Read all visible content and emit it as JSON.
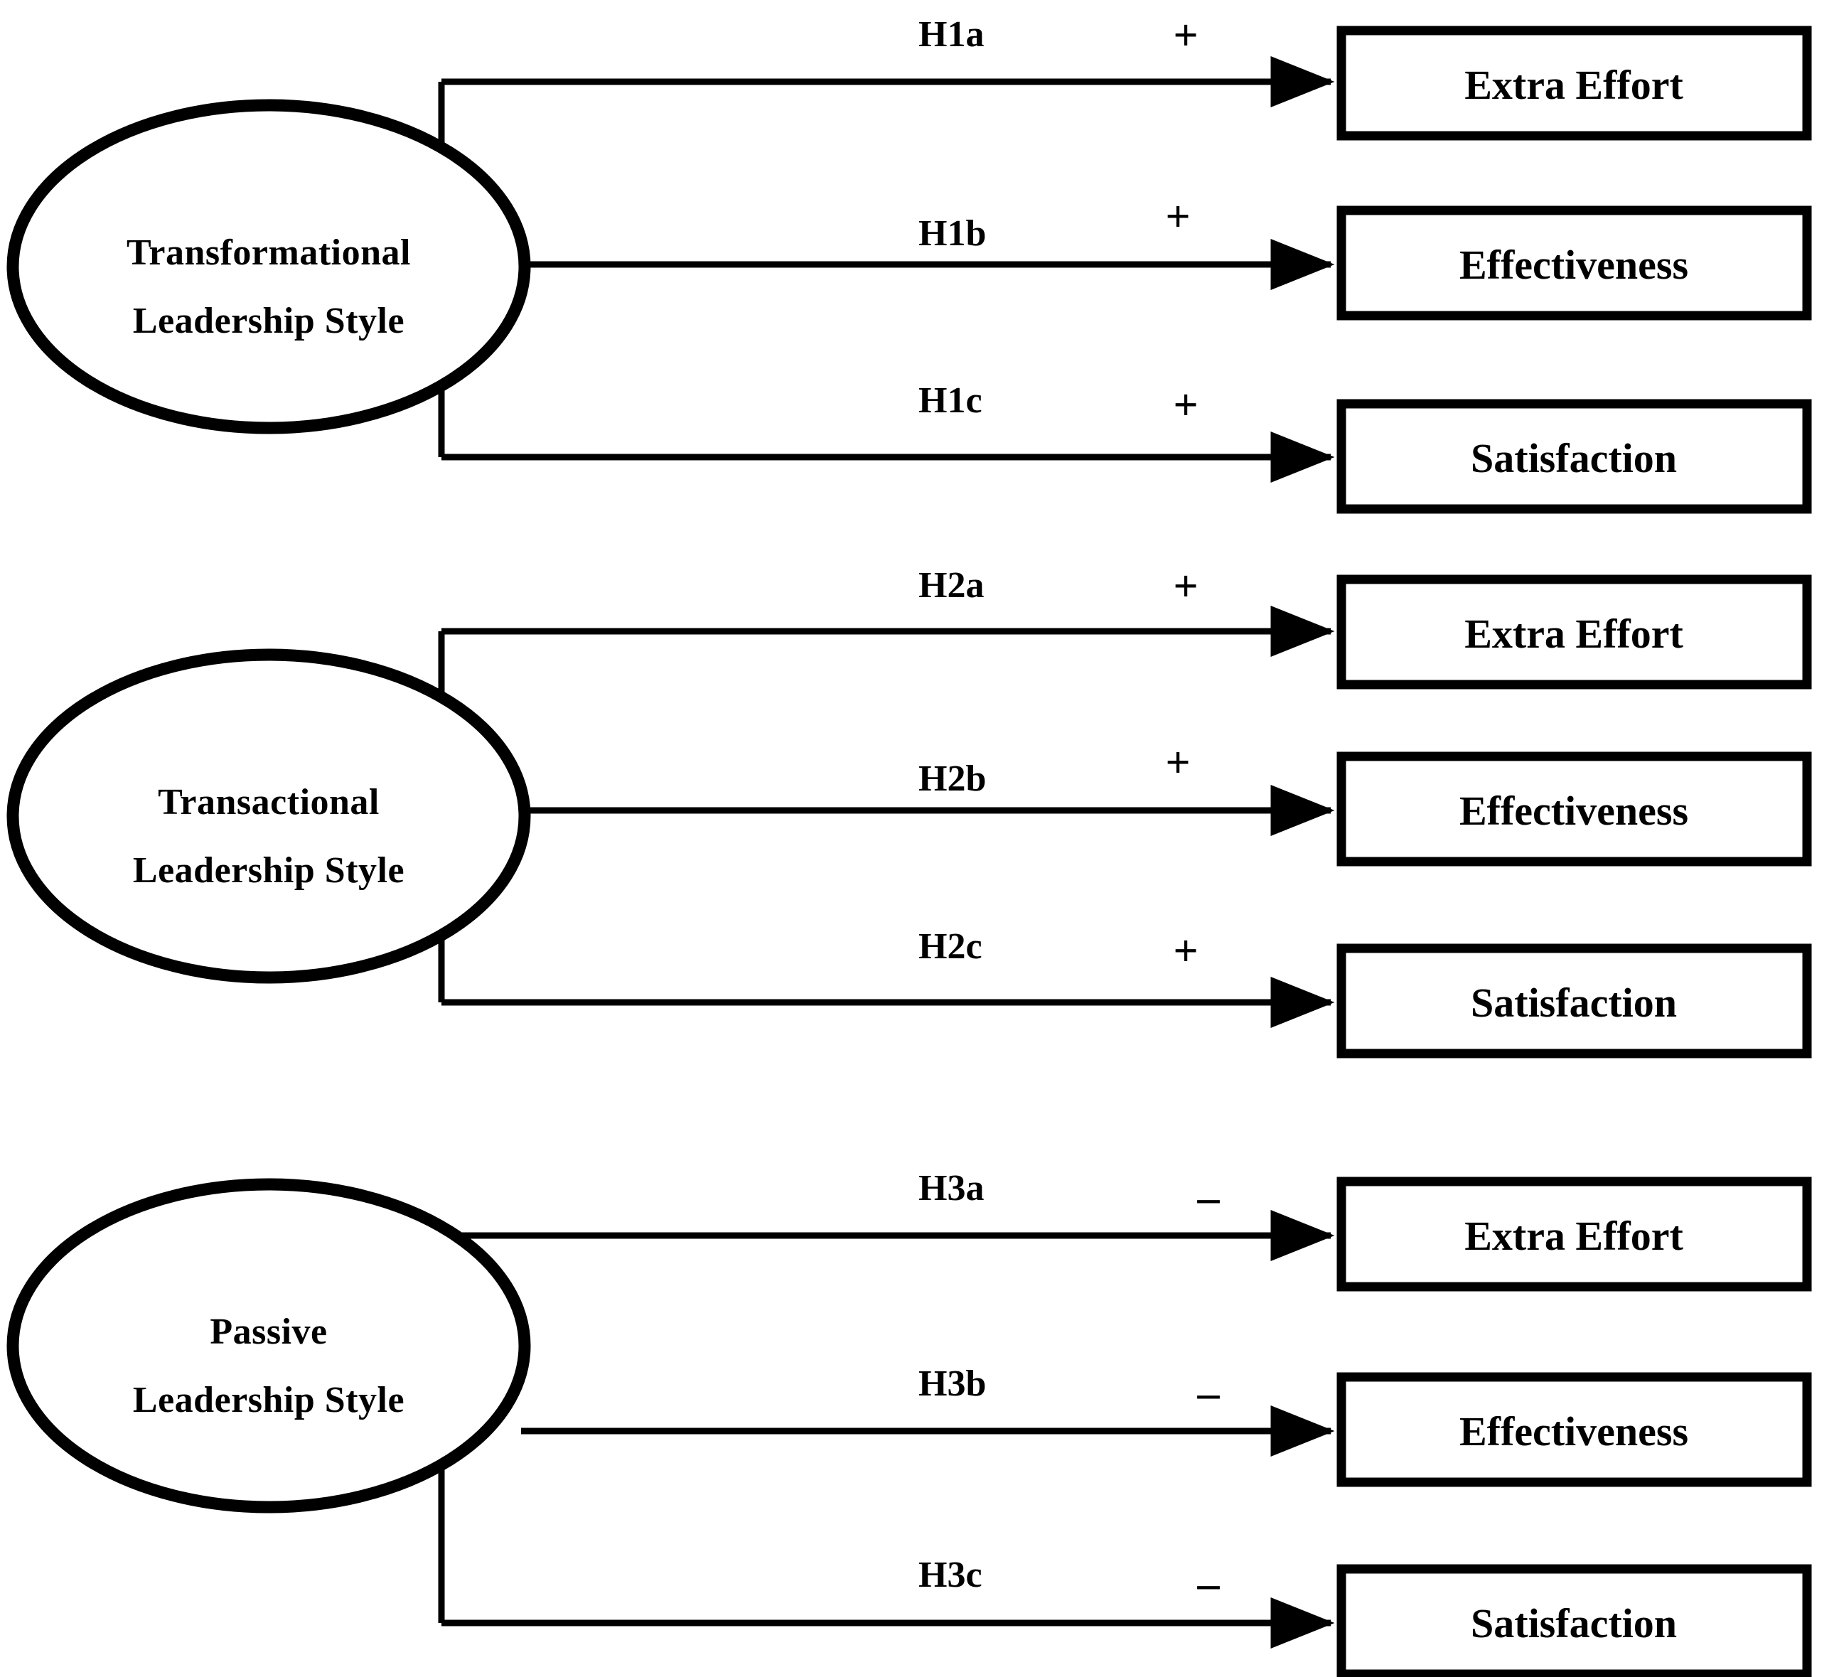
{
  "figure": {
    "type": "conceptual-model-diagram",
    "background_color": "#ffffff",
    "line_color": "#000000"
  },
  "groups": [
    {
      "id": "group-1",
      "construct": {
        "name": "transformational-leadership-style",
        "line1": "Transformational",
        "line2": "Leadership Style"
      },
      "paths": [
        {
          "hypothesis": "H1a",
          "sign": "+",
          "outcome": "Extra Effort"
        },
        {
          "hypothesis": "H1b",
          "sign": "+",
          "outcome": "Effectiveness"
        },
        {
          "hypothesis": "H1c",
          "sign": "+",
          "outcome": "Satisfaction"
        }
      ]
    },
    {
      "id": "group-2",
      "construct": {
        "name": "transactional-leadership-style",
        "line1": "Transactional",
        "line2": "Leadership Style"
      },
      "paths": [
        {
          "hypothesis": "H2a",
          "sign": "+",
          "outcome": "Extra Effort"
        },
        {
          "hypothesis": "H2b",
          "sign": "+",
          "outcome": "Effectiveness"
        },
        {
          "hypothesis": "H2c",
          "sign": "+",
          "outcome": "Satisfaction"
        }
      ]
    },
    {
      "id": "group-3",
      "construct": {
        "name": "passive-leadership-style",
        "line1": "Passive",
        "line2": "Leadership Style"
      },
      "paths": [
        {
          "hypothesis": "H3a",
          "sign": "–",
          "outcome": "Extra Effort"
        },
        {
          "hypothesis": "H3b",
          "sign": "–",
          "outcome": "Effectiveness"
        },
        {
          "hypothesis": "H3c",
          "sign": "–",
          "outcome": "Satisfaction"
        }
      ]
    }
  ]
}
